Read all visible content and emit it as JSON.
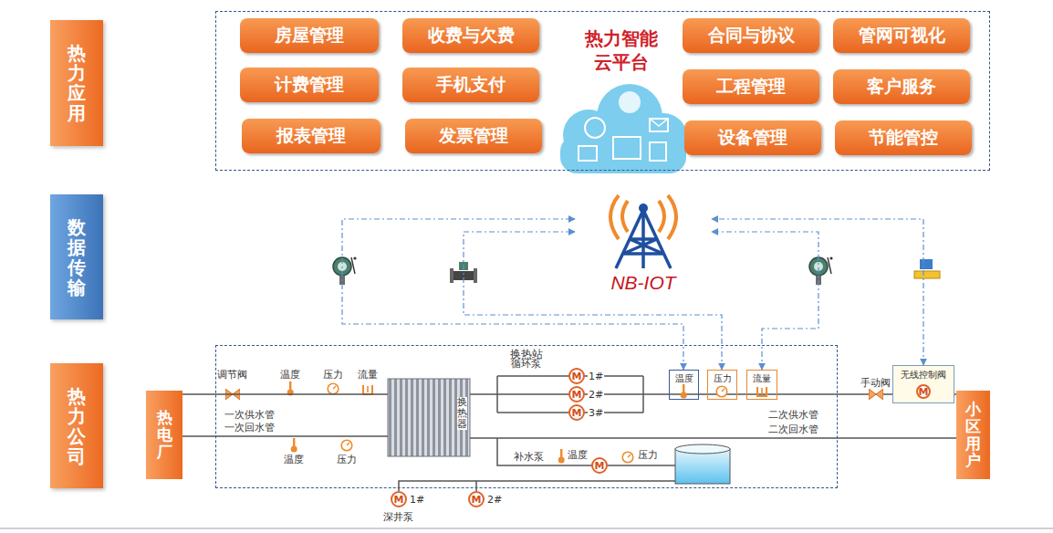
{
  "diagram": {
    "nodes": [
      {
        "text": [
          "热力应用"
        ]
      },
      {
        "text": [
          "数据传输"
        ]
      },
      {
        "text": [
          "热力公司"
        ]
      },
      {
        "text": [
          "热力智能云平台"
        ]
      },
      {
        "text": [
          "房屋管理"
        ],
        "in": 3
      },
      {
        "text": [
          "收费与欠费"
        ],
        "in": 3
      },
      {
        "text": [
          "合同与协议"
        ],
        "in": 3
      },
      {
        "text": [
          "管网可视化"
        ],
        "in": 3
      },
      {
        "text": [
          "计费管理"
        ],
        "in": 3
      },
      {
        "text": [
          "手机支付"
        ],
        "in": 3
      },
      {
        "text": [
          "工程管理"
        ],
        "in": 3
      },
      {
        "text": [
          "客户服务"
        ],
        "in": 3
      },
      {
        "text": [
          "报表管理"
        ],
        "in": 3
      },
      {
        "text": [
          "发票管理"
        ],
        "in": 3
      },
      {
        "text": [
          "设备管理"
        ],
        "in": 3
      },
      {
        "text": [
          "节能管控"
        ],
        "in": 3
      },
      {
        "text": [
          "NB-IOT"
        ]
      },
      {
        "text": [
          "换热站"
        ]
      },
      {
        "text": [
          "热电厂"
        ]
      },
      {
        "text": [
          "小区用户"
        ]
      },
      {
        "text": [
          "温度"
        ],
        "in": 17
      },
      {
        "text": [
          "压力"
        ],
        "in": 17
      },
      {
        "text": [
          "流量"
        ],
        "in": 17
      },
      {
        "text": [
          "换热器"
        ],
        "in": 17
      },
      {
        "text": [
          "M"
        ],
        "in": 17
      },
      {
        "text": [
          "M"
        ],
        "in": 17
      },
      {
        "text": [
          "M"
        ],
        "in": 17
      },
      {
        "text": [
          "M"
        ],
        "in": 17
      },
      {
        "text": [
          "无线控制阀"
        ]
      },
      {
        "text": [
          "M"
        ],
        "in": 28
      },
      {
        "text": [
          "M"
        ]
      },
      {
        "text": [
          "M"
        ]
      }
    ],
    "edges": [
      {
        "from": 20,
        "to": 16,
        "arrow": "both"
      },
      {
        "from": 21,
        "to": 16,
        "arrow": "both"
      },
      {
        "from": 22,
        "to": 16,
        "arrow": "both"
      },
      {
        "from": 28,
        "to": 16,
        "arrow": "both"
      },
      {
        "from": 18,
        "to": 23,
        "arrow": "none"
      },
      {
        "from": 18,
        "to": 23,
        "arrow": "none"
      },
      {
        "from": 23,
        "to": 19,
        "arrow": "none"
      }
    ],
    "labels": [
      "调节阀",
      "温度",
      "压力",
      "流量",
      "一次供水管",
      "一次回水管",
      "温度",
      "压力",
      "循环泵",
      "1#",
      "2#",
      "3#",
      "二次供水管",
      "二次回水管",
      "手动阀",
      "补水泵",
      "温度",
      "压力",
      "深井泵",
      "1#",
      "2#"
    ]
  }
}
